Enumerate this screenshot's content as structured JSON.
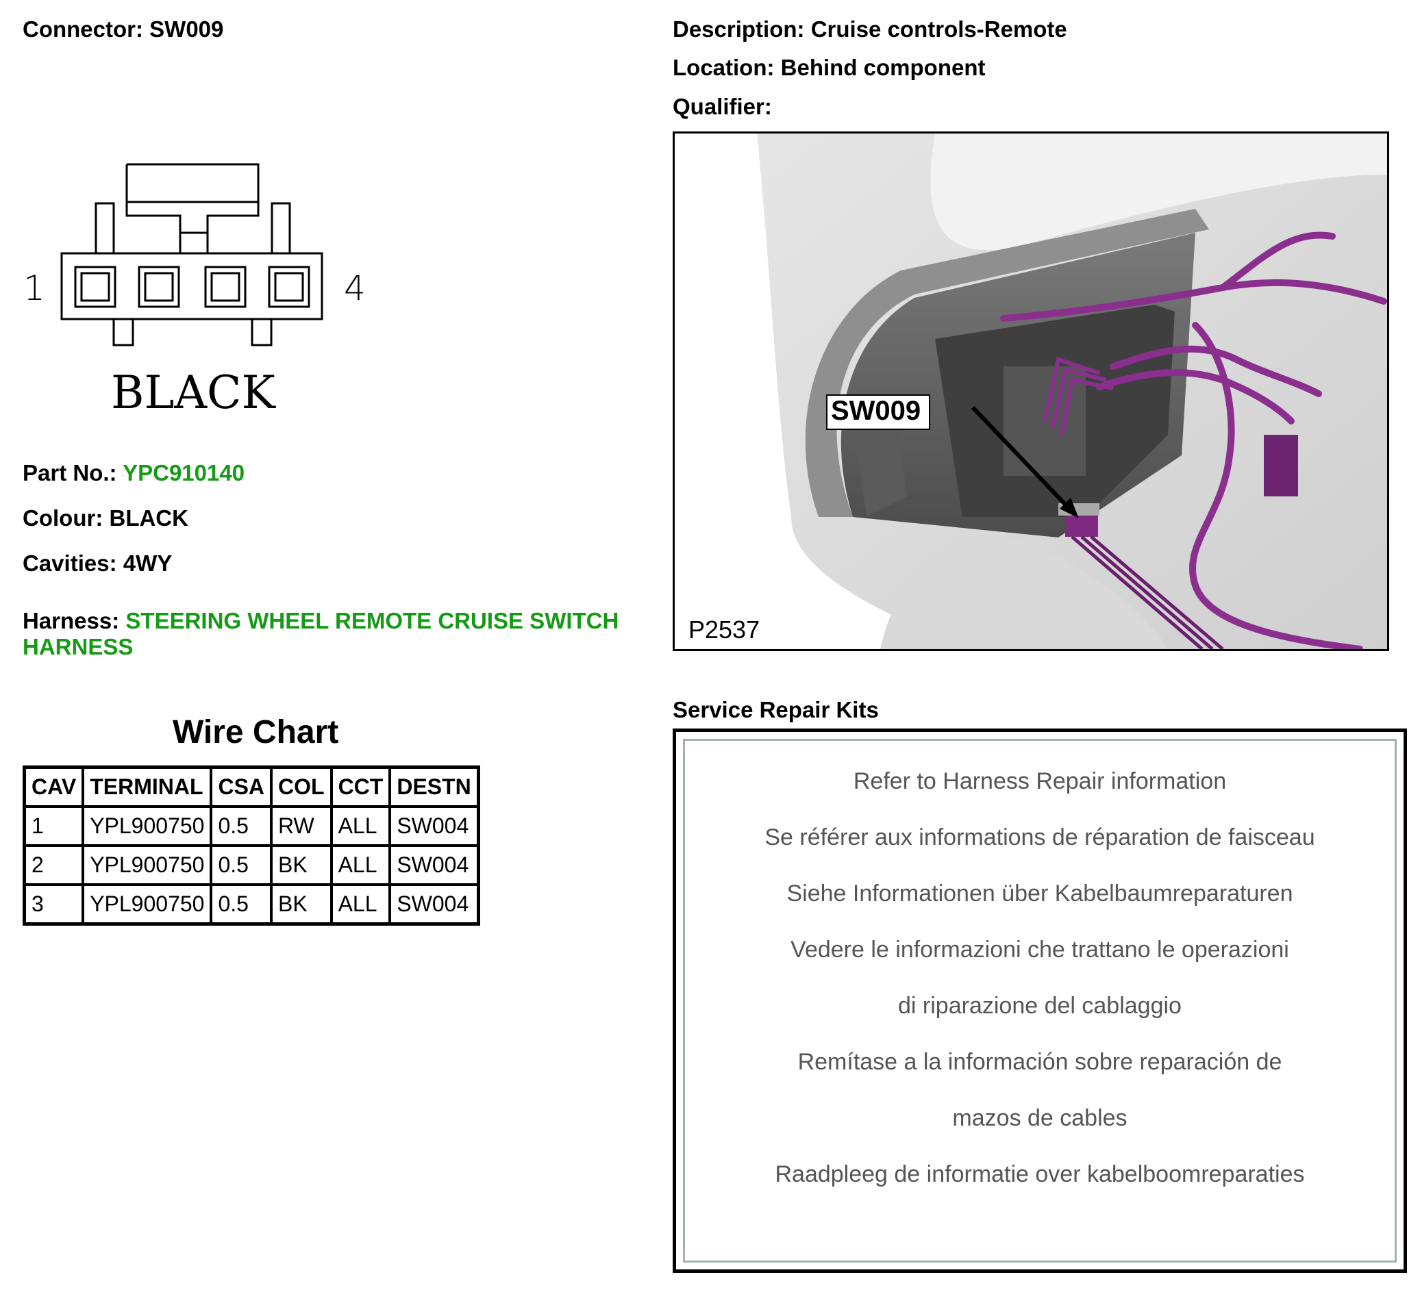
{
  "header": {
    "connector_label": "Connector:",
    "connector_value": "SW009",
    "description_label": "Description:",
    "description_value": "Cruise controls-Remote",
    "location_label": "Location:",
    "location_value": "Behind component",
    "qualifier_label": "Qualifier:",
    "qualifier_value": ""
  },
  "connector_drawing": {
    "pin_first": "1",
    "pin_last": "4",
    "colour_text": "BLACK"
  },
  "details": {
    "part_no_label": "Part No.:",
    "part_no_value": "YPC910140",
    "colour_label": "Colour:",
    "colour_value": "BLACK",
    "cavities_label": "Cavities:",
    "cavities_value": "4WY",
    "harness_label": "Harness:",
    "harness_value_line1": "STEERING WHEEL REMOTE CRUISE SWITCH",
    "harness_value_line2": "HARNESS"
  },
  "wire_chart": {
    "title": "Wire Chart",
    "columns": [
      "CAV",
      "TERMINAL",
      "CSA",
      "COL",
      "CCT",
      "DESTN"
    ],
    "rows": [
      [
        "1",
        "YPL900750",
        "0.5",
        "RW",
        "ALL",
        "SW004"
      ],
      [
        "2",
        "YPL900750",
        "0.5",
        "BK",
        "ALL",
        "SW004"
      ],
      [
        "3",
        "YPL900750",
        "0.5",
        "BK",
        "ALL",
        "SW004"
      ]
    ]
  },
  "location_image": {
    "callout": "SW009",
    "figure_id": "P2537"
  },
  "service_repair_kits": {
    "title": "Service Repair Kits",
    "lines": [
      "Refer to Harness Repair information",
      "Se référer aux informations de réparation de faisceau",
      "Siehe Informationen über Kabelbaumreparaturen",
      "Vedere le informazioni che trattano le operazioni",
      "di riparazione del cablaggio",
      "Remítase a la información sobre reparación de",
      "mazos de cables",
      "Raadpleeg de informatie over kabelboomreparaties"
    ]
  },
  "colors": {
    "link_green": "#159a15",
    "harness_purple": "#8a2f8e",
    "kit_text_grey": "#555555",
    "kit_inner_border": "#9db3b3"
  }
}
